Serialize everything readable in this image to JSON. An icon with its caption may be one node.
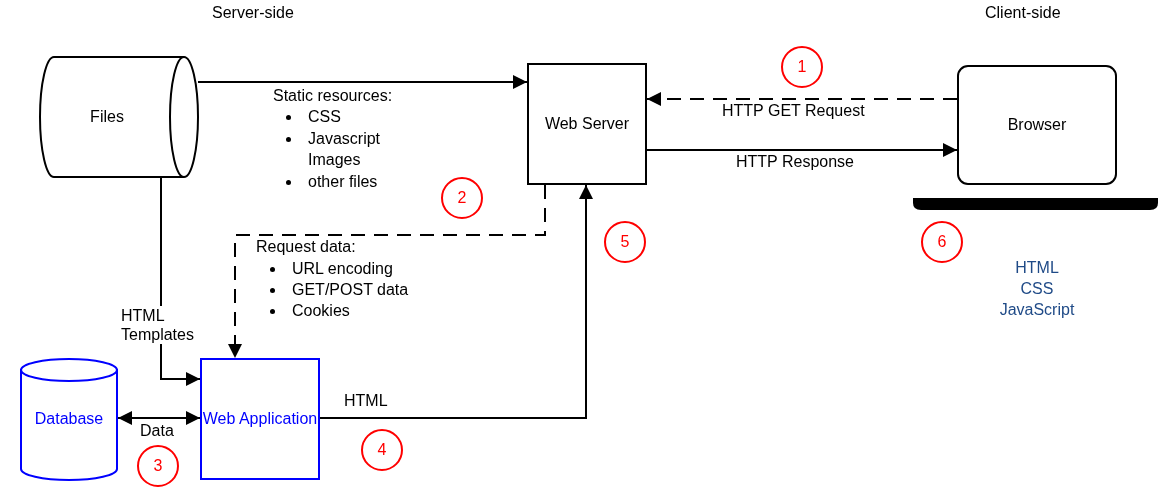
{
  "diagram": {
    "nodes": [
      {
        "text": [
          "Files"
        ]
      },
      {
        "text": [
          "Web Server"
        ]
      },
      {
        "text": [
          "Browser"
        ]
      },
      {
        "text": [
          "Database"
        ]
      },
      {
        "text": [
          "Web Application"
        ]
      }
    ],
    "edges": [
      {
        "from": 0,
        "to": 1,
        "arrow": "to",
        "label": "Static resources:"
      },
      {
        "from": 2,
        "to": 1,
        "arrow": "to",
        "style": "dashed",
        "label": "HTTP GET Request"
      },
      {
        "from": 1,
        "to": 2,
        "arrow": "to",
        "label": "HTTP Response"
      },
      {
        "from": 1,
        "to": 4,
        "arrow": "to",
        "style": "dashed",
        "label": "Request data:"
      },
      {
        "from": 0,
        "to": 4,
        "arrow": "to",
        "label": "HTML Templates"
      },
      {
        "from": 3,
        "to": 4,
        "arrow": "both",
        "label": "Data"
      },
      {
        "from": 4,
        "to": 1,
        "arrow": "to",
        "label": "HTML"
      }
    ],
    "labels": [
      "Server-side",
      "Client-side",
      "1",
      "CSS",
      "Javascript",
      "Images",
      "other files",
      "2",
      "5",
      "6",
      "URL encoding",
      "GET/POST data",
      "Cookies",
      "HTML",
      "CSS",
      "JavaScript",
      "3",
      "4"
    ]
  }
}
